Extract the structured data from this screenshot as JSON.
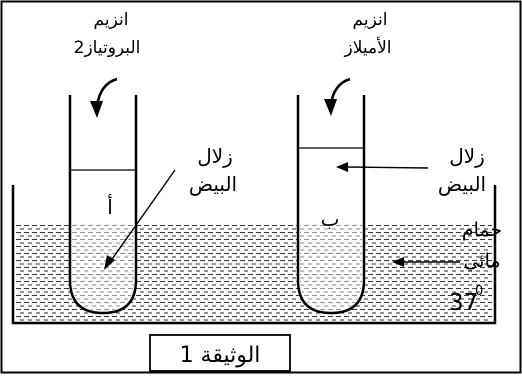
{
  "figure": {
    "left_enzyme": [
      "انزيم",
      "البروتياز2"
    ],
    "right_enzyme": [
      "انزيم",
      "الأميلاز"
    ],
    "left_substrate": [
      "زلال",
      "البيض"
    ],
    "right_substrate": [
      "زلال",
      "البيض"
    ],
    "tube_a_label": "أ",
    "tube_b_label": "ب",
    "bath_label": [
      "حمام",
      "مائي"
    ],
    "temperature_value": "37",
    "temperature_unit": "0",
    "document_caption": "الوثيقة 1"
  },
  "colors": {
    "ink": "#000000",
    "paper": "#ffffff",
    "water_dash": "#3a3a3a"
  }
}
